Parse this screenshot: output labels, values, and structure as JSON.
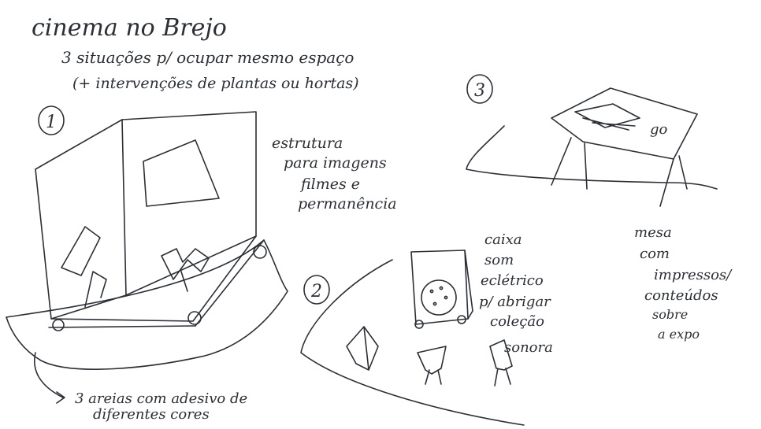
{
  "sketch": {
    "title": "cinema no Brejo",
    "subtitle_line1": "3 situações p/ ocupar mesmo espaço",
    "subtitle_line2": "(+ intervenções de plantas ou hortas)",
    "situations": [
      {
        "number": "1",
        "note_lines": [
          "estrutura",
          "para imagens",
          "filmes e",
          "permanência"
        ],
        "bottom_note_lines": [
          "3 areias com adesivo de",
          "diferentes cores"
        ]
      },
      {
        "number": "2",
        "note_lines": [
          "caixa",
          "som",
          "eclétrico",
          "p/ abrigar",
          "coleção",
          "sonora"
        ]
      },
      {
        "number": "3",
        "note_lines": [
          "mesa",
          "com",
          "impressos/",
          "conteúdos",
          "sobre",
          "a expo"
        ],
        "tag": "go"
      }
    ]
  }
}
